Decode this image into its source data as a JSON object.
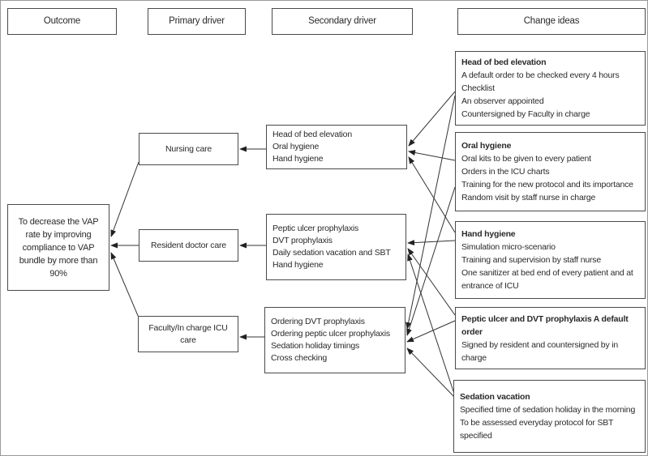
{
  "headers": {
    "outcome": "Outcome",
    "primary": "Primary driver",
    "secondary": "Secondary driver",
    "change": "Change ideas"
  },
  "outcome": {
    "text": "To decrease the VAP rate by improving compliance to VAP bundle by more than 90%"
  },
  "primary_drivers": {
    "nursing": "Nursing care",
    "resident": "Resident doctor care",
    "faculty": "Faculty/In charge ICU care"
  },
  "secondary_drivers": {
    "nursing": {
      "line1": "Head of bed elevation",
      "line2": "Oral hygiene",
      "line3": "Hand hygiene"
    },
    "resident": {
      "line1": "Peptic ulcer prophylaxis",
      "line2": "DVT prophylaxis",
      "line3": "Daily sedation vacation and SBT",
      "line4": "Hand hygiene"
    },
    "faculty": {
      "line1": "Ordering DVT prophylaxis",
      "line2": "Ordering peptic ulcer prophylaxis",
      "line3": "Sedation holiday timings",
      "line4": "Cross checking"
    }
  },
  "change_ideas": {
    "head_of_bed": {
      "title": "Head of bed elevation",
      "item1": "A default order to be checked every 4 hours",
      "item2": "Checklist",
      "item3": "An observer appointed",
      "item4": "Countersigned by Faculty in charge"
    },
    "oral_hygiene": {
      "title": "Oral hygiene",
      "item1": "Oral kits to be given to every patient",
      "item2": "Orders in the ICU charts",
      "item3": "Training for the new protocol and its importance",
      "item4": "Random visit by staff nurse in charge"
    },
    "hand_hygiene": {
      "title": "Hand hygiene",
      "item1": "Simulation micro-scenario",
      "item2": "Training and supervision by staff nurse",
      "item3": "One sanitizer at bed end of every patient and at entrance of ICU"
    },
    "prophylaxis": {
      "title": "Peptic ulcer and DVT prophylaxis A default order",
      "item1": "Signed by resident and countersigned by in charge"
    },
    "sedation": {
      "title": "Sedation vacation",
      "item1": "Specified time of sedation holiday in the morning",
      "item2": "To be assessed everyday protocol for SBT specified"
    }
  },
  "edges": [
    {
      "from": "nursing-care",
      "to": "outcome"
    },
    {
      "from": "resident-doctor-care",
      "to": "outcome"
    },
    {
      "from": "faculty-icu-care",
      "to": "outcome"
    },
    {
      "from": "secondary-nursing",
      "to": "nursing-care"
    },
    {
      "from": "secondary-resident",
      "to": "resident-doctor-care"
    },
    {
      "from": "secondary-faculty",
      "to": "faculty-icu-care"
    },
    {
      "from": "change-head-of-bed",
      "to": "secondary-nursing"
    },
    {
      "from": "change-oral-hygiene",
      "to": "secondary-nursing"
    },
    {
      "from": "change-hand-hygiene",
      "to": "secondary-nursing"
    },
    {
      "from": "change-hand-hygiene",
      "to": "secondary-resident"
    },
    {
      "from": "change-prophylaxis",
      "to": "secondary-resident"
    },
    {
      "from": "change-sedation",
      "to": "secondary-resident"
    },
    {
      "from": "change-head-of-bed",
      "to": "secondary-faculty"
    },
    {
      "from": "change-oral-hygiene",
      "to": "secondary-faculty"
    },
    {
      "from": "change-prophylaxis",
      "to": "secondary-faculty"
    },
    {
      "from": "change-sedation",
      "to": "secondary-faculty"
    }
  ],
  "colors": {
    "border": "#4a4a4a",
    "line": "#333333",
    "text": "#2a2a2a",
    "background": "#ffffff"
  }
}
